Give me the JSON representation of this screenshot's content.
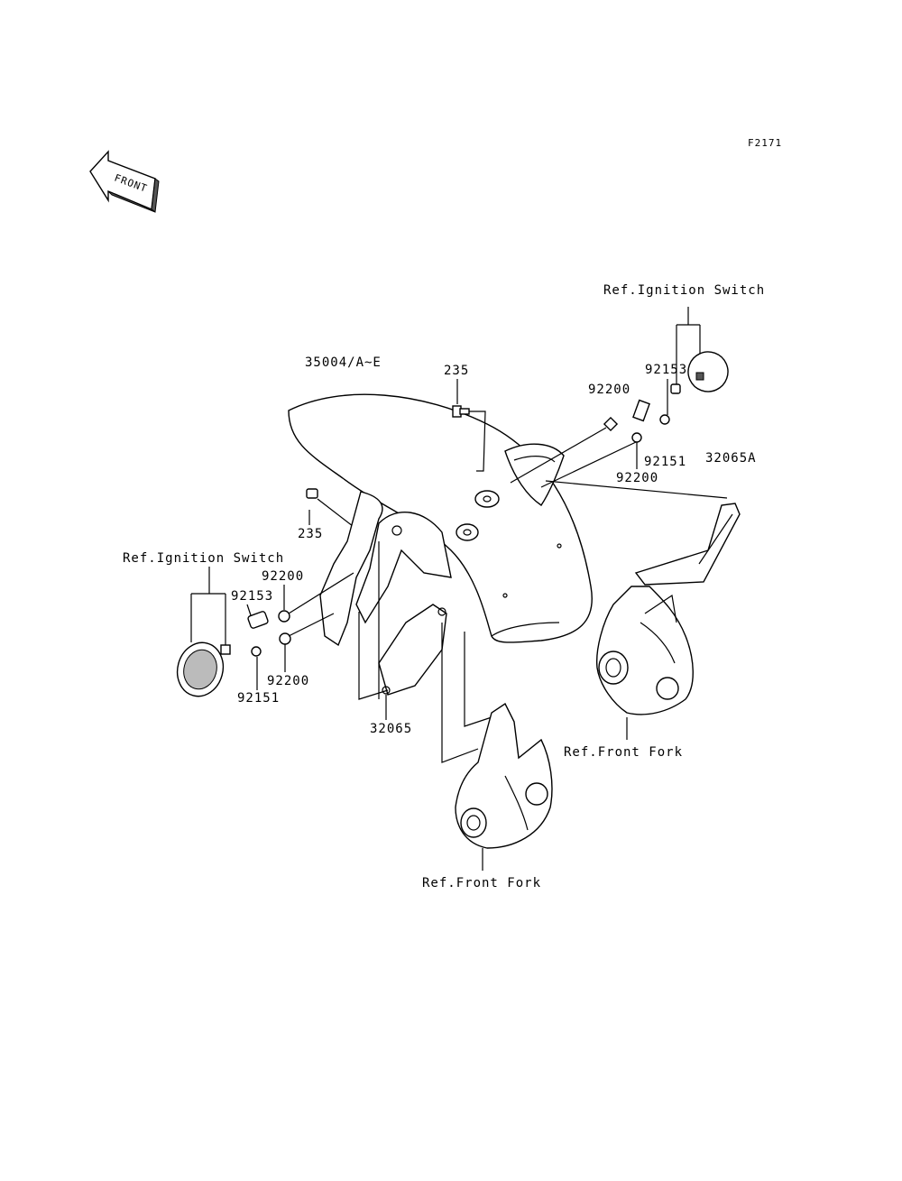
{
  "diagram_code": "F2171",
  "front_badge": "FRONT",
  "labels": {
    "ref_ignition_right": "Ref.Ignition Switch",
    "ref_ignition_left": "Ref.Ignition Switch",
    "fender": "35004/A~E",
    "bolt_top": "235",
    "bolt_left": "235",
    "collar_right": "92153",
    "washer_right_top": "92200",
    "screw_right": "92151",
    "washer_right_bottom": "92200",
    "bracket_right": "32065A",
    "washer_left_top": "92200",
    "collar_left": "92153",
    "washer_left_bottom": "92200",
    "screw_left": "92151",
    "bracket_left": "32065",
    "ref_fork_right": "Ref.Front Fork",
    "ref_fork_bottom": "Ref.Front Fork"
  }
}
